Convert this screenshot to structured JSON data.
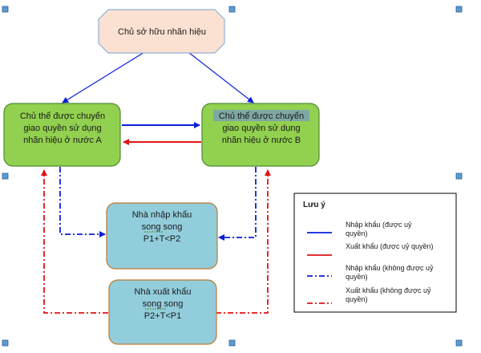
{
  "colors": {
    "owner_fill": "#fbe1d2",
    "owner_stroke": "#8fb1d6",
    "transferee_fill": "#92d050",
    "transferee_stroke": "#4e8a2e",
    "importer_fill": "#92cddc",
    "importer_stroke": "#c07a2c",
    "blue": "#0a1fd6",
    "red": "#e01515",
    "highlight": "#7fa8a5",
    "handle": "#5b9bd5"
  },
  "nodes": {
    "owner": {
      "label": "Chủ sở hữu nhãn hiệu"
    },
    "transferee_a": {
      "lines": [
        "Chủ thể được chuyển",
        "giao quyền sử dụng",
        "nhãn hiệu ở nước A"
      ]
    },
    "transferee_b": {
      "lines": [
        "Chủ thể được chuyển",
        "giao quyền sử dụng",
        "nhãn hiệu ở nước B"
      ]
    },
    "parallel_importer": {
      "lines": [
        "Nhà nhập khẩu",
        "song song",
        "P1+T<P2"
      ]
    },
    "parallel_exporter": {
      "lines": [
        "Nhà xuất khẩu",
        "song song",
        "P2+T<P1"
      ]
    }
  },
  "legend": {
    "title": "Lưu ý",
    "items": [
      {
        "lines": [
          "Nhập khẩu (được uỷ",
          "quyền)"
        ],
        "style": "solid",
        "color": "blue"
      },
      {
        "lines": [
          "Xuất khẩu (được uỷ quyền)"
        ],
        "style": "solid",
        "color": "red"
      },
      {
        "lines": [
          "Nhập khẩu (không được uỷ",
          "quyền)"
        ],
        "style": "dashdot",
        "color": "blue"
      },
      {
        "lines": [
          "Xuất khẩu (không được uỷ",
          "quyền)"
        ],
        "style": "dashdot",
        "color": "red"
      }
    ]
  }
}
